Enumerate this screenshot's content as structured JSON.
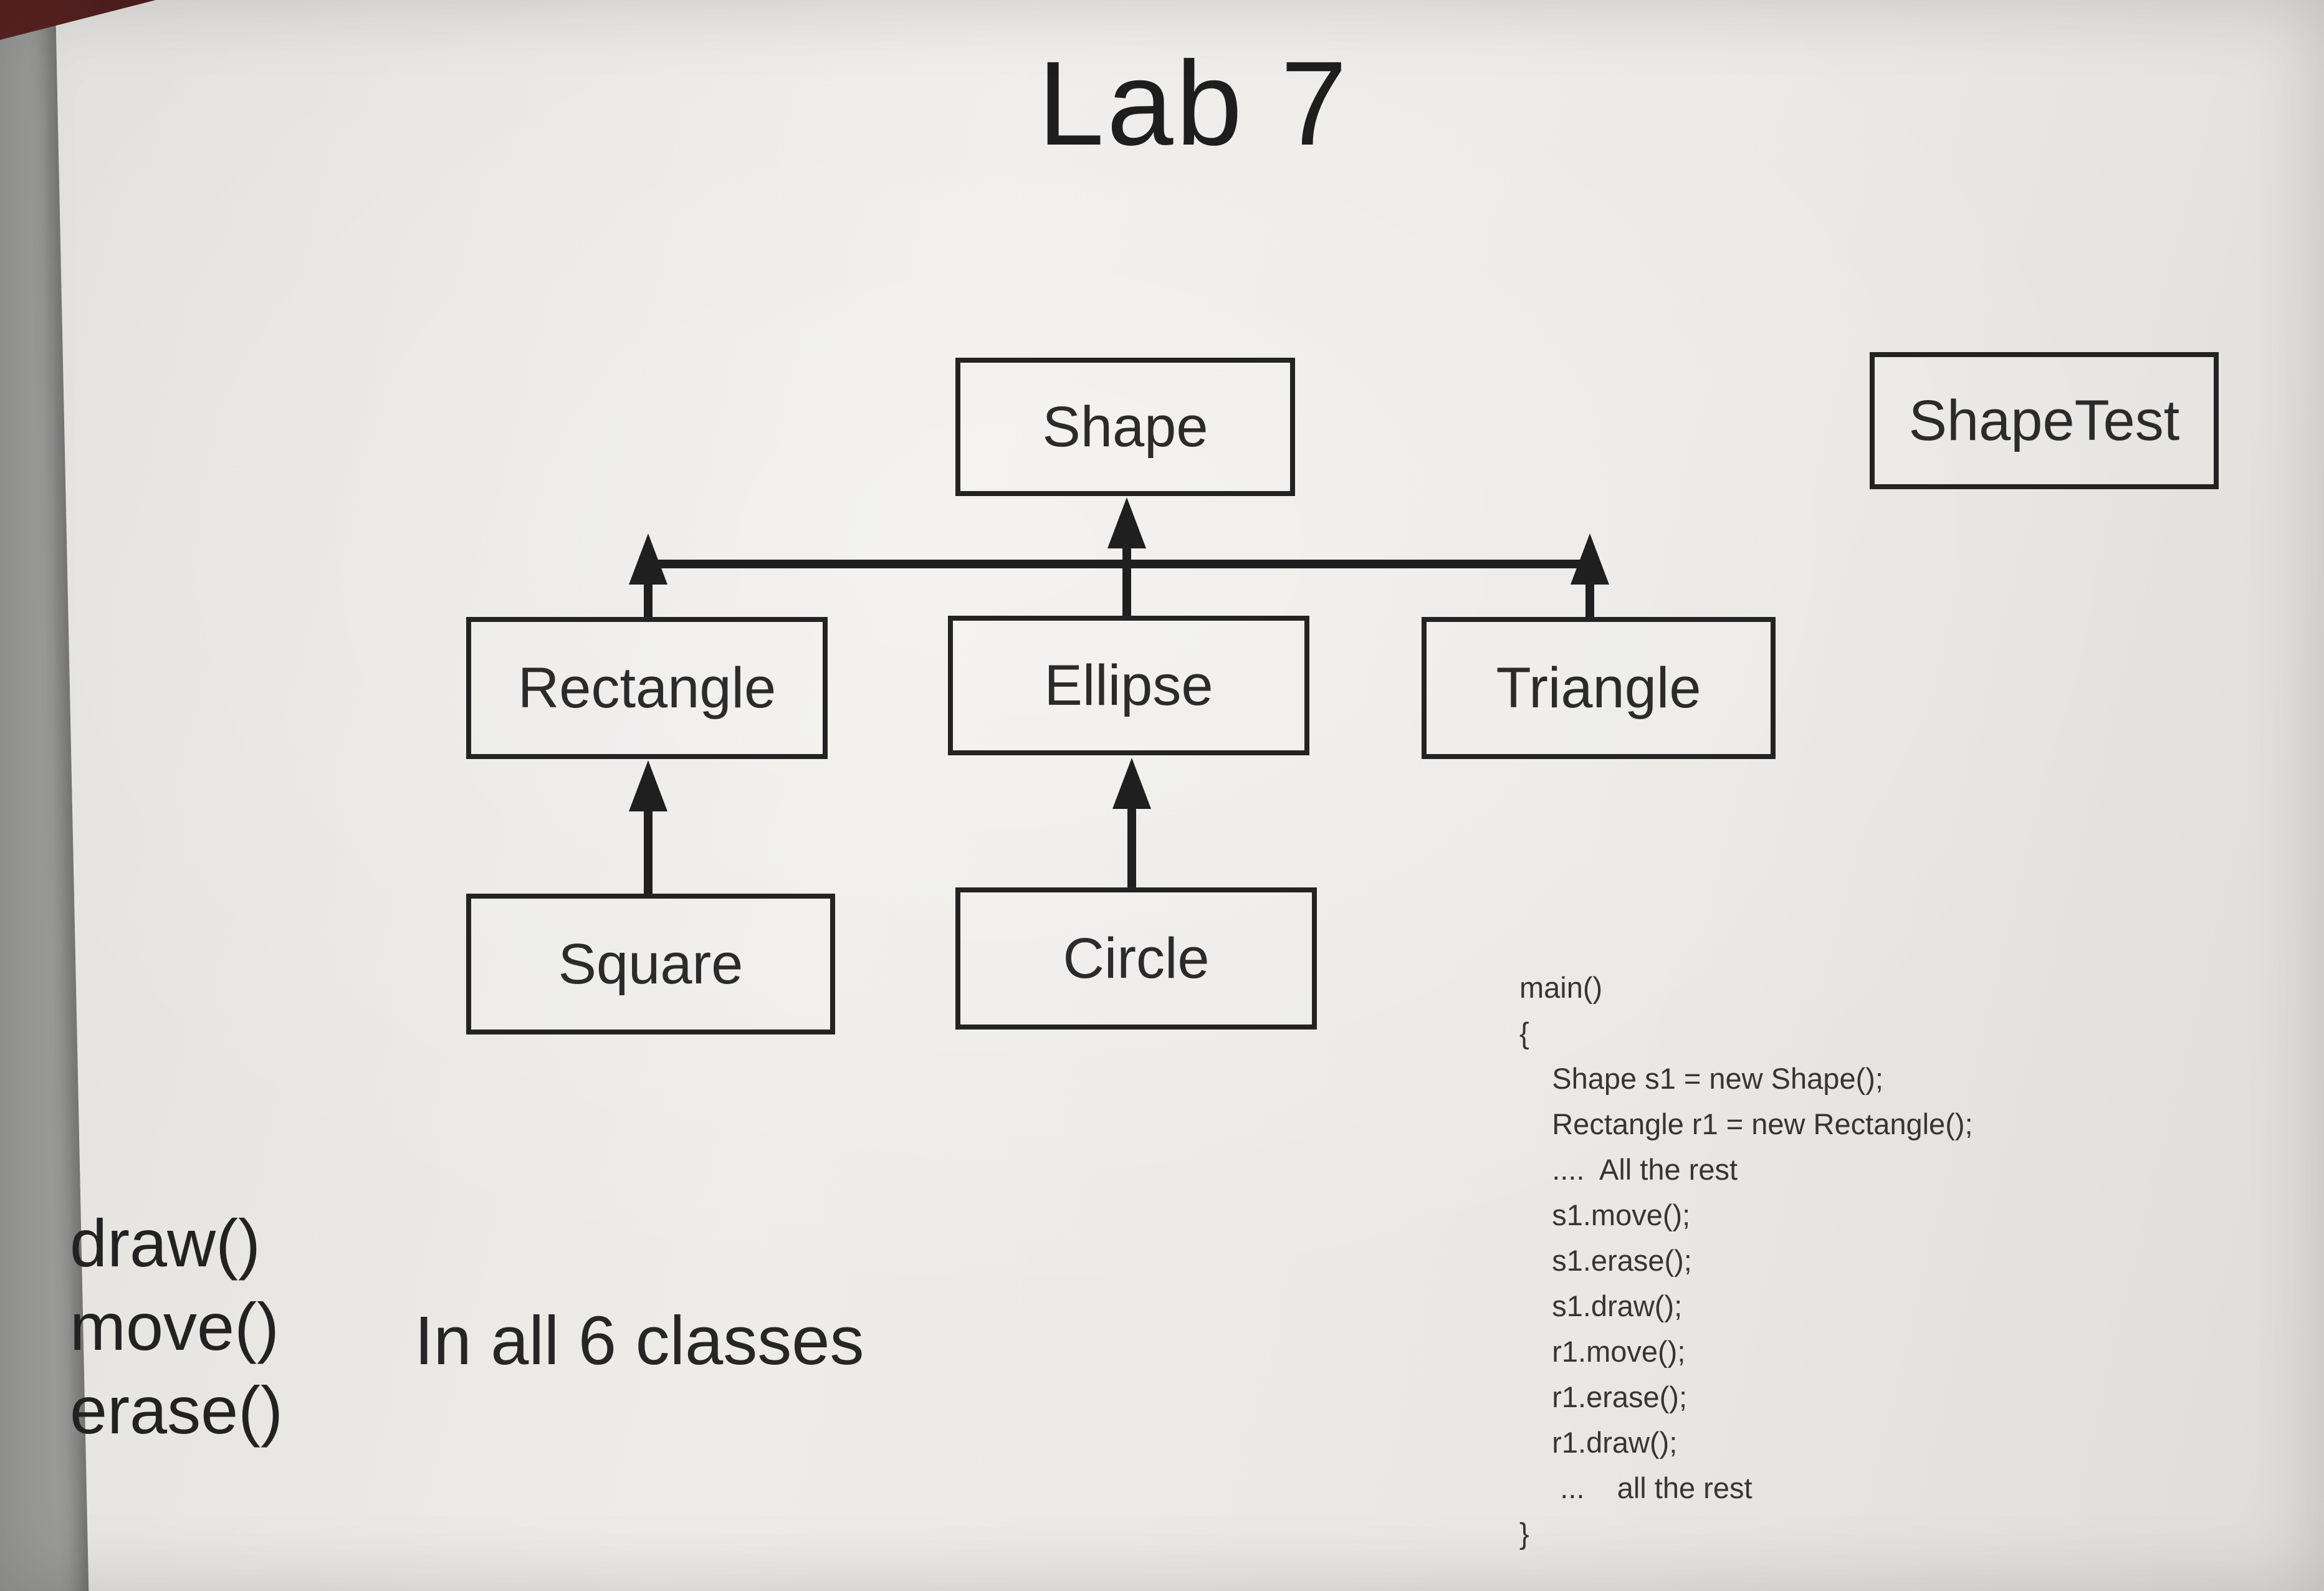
{
  "title": "Lab 7",
  "classes": {
    "shape": "Shape",
    "shapetest": "ShapeTest",
    "rectangle": "Rectangle",
    "ellipse": "Ellipse",
    "triangle": "Triangle",
    "square": "Square",
    "circle": "Circle"
  },
  "methods": {
    "items": [
      "draw()",
      "move()",
      "erase()"
    ],
    "note": "In all 6 classes"
  },
  "code": {
    "lines": [
      "main()",
      "{",
      "    Shape s1 = new Shape();",
      "    Rectangle r1 = new Rectangle();",
      "    ....  All the rest",
      "    s1.move();",
      "    s1.erase();",
      "    s1.draw();",
      "    r1.move();",
      "    r1.erase();",
      "    r1.draw();",
      "     ...    all the rest",
      "}"
    ]
  },
  "colors": {
    "paper": "#eae8e5",
    "ink": "#232323",
    "desk": "#9b9b9a",
    "desk_corner": "#552020"
  }
}
